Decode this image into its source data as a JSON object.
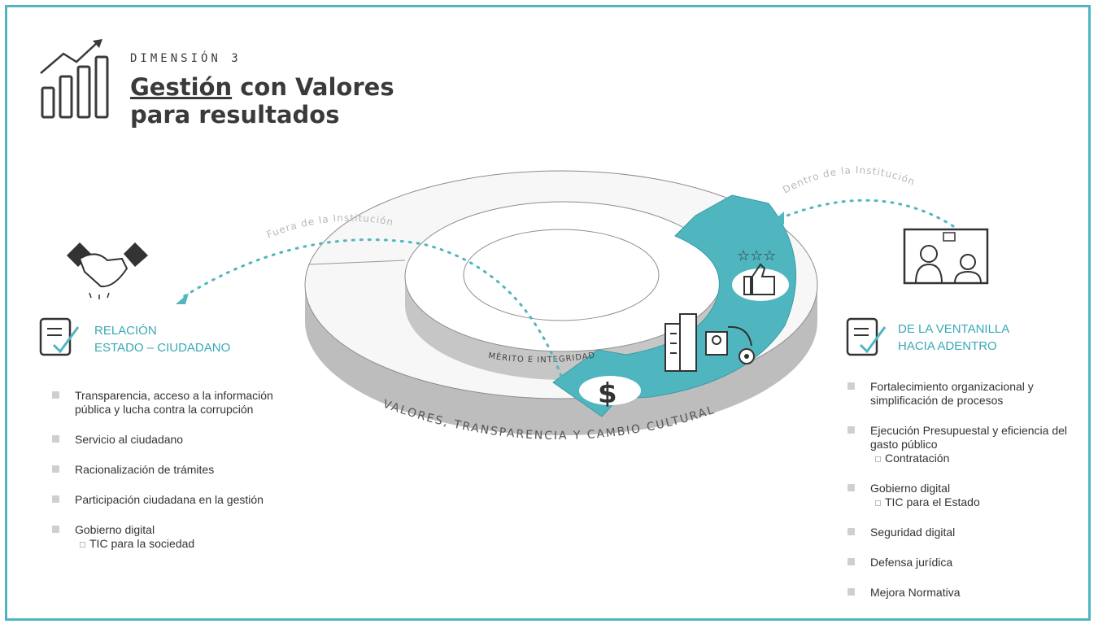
{
  "header": {
    "kicker": "DIMENSIÓN 3",
    "title_underlined": "Gestión",
    "title_rest": " con Valores",
    "title_line2": "para resultados"
  },
  "diagram": {
    "outer_ring_label": "VALORES, TRANSPARENCIA Y CAMBIO CULTURAL",
    "inner_ring_label": "MÉRITO E INTEGRIDAD",
    "left_arrow_label": "Fuera de la Institución",
    "right_arrow_label": "Dentro de la Institución",
    "accent_color": "#4fb6c0"
  },
  "left_section": {
    "title_line1": "RELACIÓN",
    "title_line2": "ESTADO – CIUDADANO",
    "items": [
      {
        "label": "Transparencia, acceso a la información pública y lucha contra la corrupción"
      },
      {
        "label": "Servicio al ciudadano"
      },
      {
        "label": "Racionalización de trámites"
      },
      {
        "label": "Participación ciudadana en la gestión"
      },
      {
        "label": "Gobierno digital",
        "sub": "TIC para la sociedad"
      }
    ]
  },
  "right_section": {
    "title_line1": "DE LA VENTANILLA",
    "title_line2": "HACIA ADENTRO",
    "items": [
      {
        "label": "Fortalecimiento organizacional y simplificación de procesos"
      },
      {
        "label": "Ejecución Presupuestal y eficiencia del gasto público",
        "sub": "Contratación"
      },
      {
        "label": "Gobierno digital",
        "sub": "TIC para el Estado"
      },
      {
        "label": "Seguridad digital"
      },
      {
        "label": "Defensa jurídica"
      },
      {
        "label": "Mejora Normativa"
      }
    ]
  }
}
